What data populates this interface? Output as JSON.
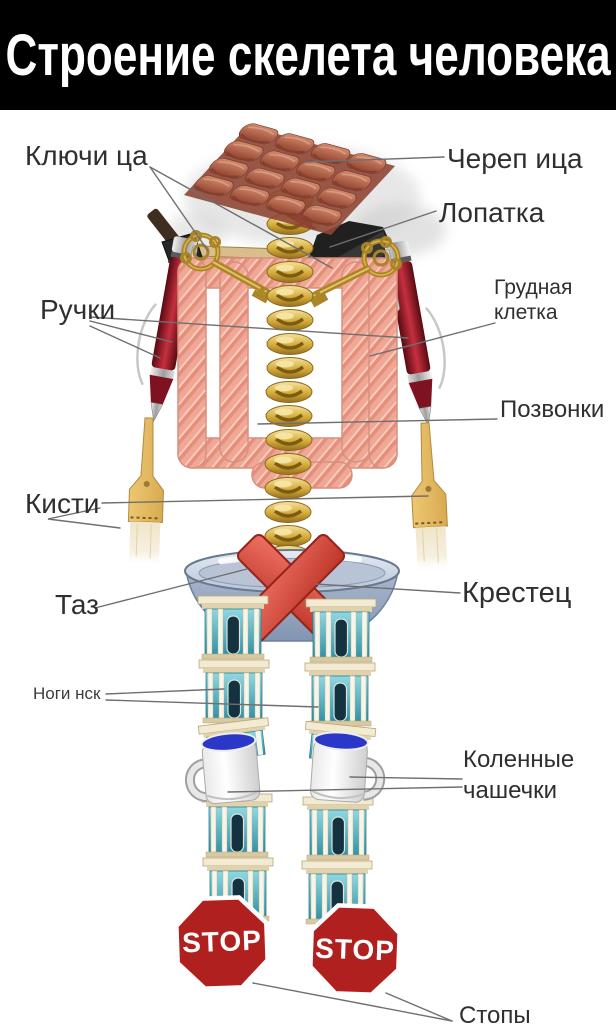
{
  "title": "Строение скелета человека",
  "labels": {
    "clavicle": "Ключи ца",
    "skull": "Череп ица",
    "scapula": "Лопатка",
    "arms": "Ручки",
    "ribcage": "Грудная клетка",
    "vertebrae": "Позвонки",
    "hands": "Кисти",
    "pelvis": "Таз",
    "sacrum": "Крестец",
    "legs": "Ноги нск",
    "kneecaps": "Коленные чашечки",
    "feet": "Стопы"
  },
  "signs": {
    "stop_left": "STOP",
    "stop_right": "STOP"
  },
  "colors": {
    "header_bg": "#000000",
    "title_color": "#ffffff",
    "label_color": "#2f2f2f",
    "connector_line": "#6f6f6f",
    "stop_sign_red": "#b0201f",
    "tile_red": "#a9563e",
    "spine_gold": "#d4ab3a",
    "sausage_pink": "#f0a795",
    "pen_red": "#8e1420",
    "bowl_blue_gray": "#9fb0c8",
    "x_red": "#d1493b",
    "tower_teal": "#58b7c9"
  }
}
